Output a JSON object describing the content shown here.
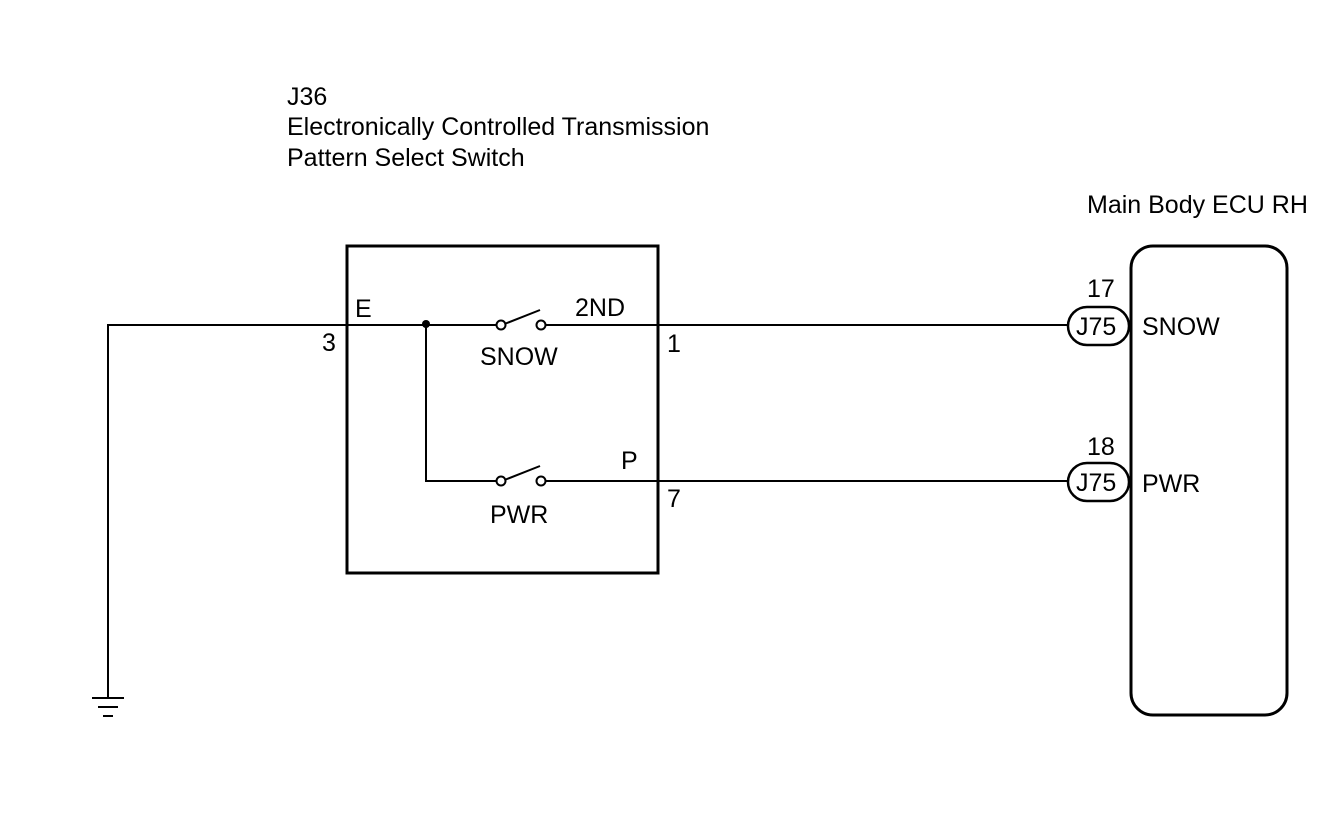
{
  "switch_component": {
    "code": "J36",
    "name_line1": "Electronically Controlled Transmission",
    "name_line2": "Pattern Select Switch",
    "terminal_e": "E",
    "pin_e": "3",
    "switch_snow_label": "SNOW",
    "switch_pwr_label": "PWR",
    "terminal_2nd": "2ND",
    "pin_2nd": "1",
    "terminal_p": "P",
    "pin_p": "7"
  },
  "ecu": {
    "name": "Main Body ECU RH",
    "connectors": [
      {
        "pin": "17",
        "connector": "J75",
        "signal": "SNOW"
      },
      {
        "pin": "18",
        "connector": "J75",
        "signal": "PWR"
      }
    ]
  },
  "colors": {
    "line": "#000000",
    "background": "#ffffff"
  }
}
